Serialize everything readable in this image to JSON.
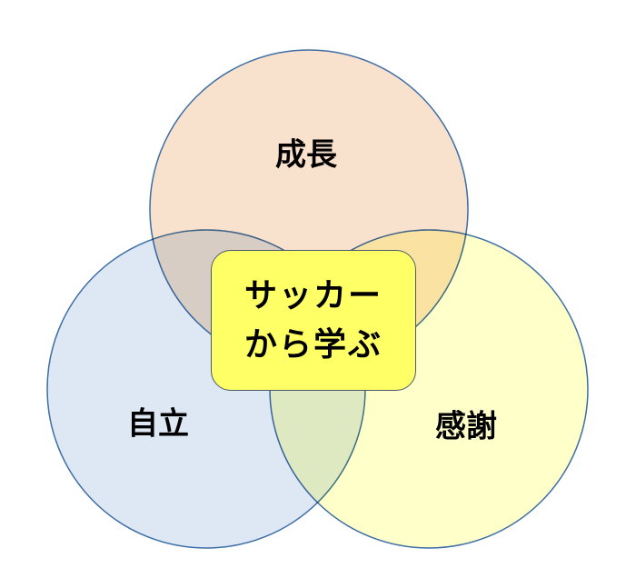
{
  "diagram": {
    "type": "venn",
    "circles": [
      {
        "id": "top",
        "label": "成長",
        "color": "#f9dfc6"
      },
      {
        "id": "left",
        "label": "自立",
        "color": "#dde7f3"
      },
      {
        "id": "right",
        "label": "感謝",
        "color": "#ffffc8"
      }
    ],
    "center": {
      "line1": "サッカー",
      "line2": "から学ぶ",
      "color": "#ffff66"
    },
    "stroke_color": "#3d6ea5"
  }
}
